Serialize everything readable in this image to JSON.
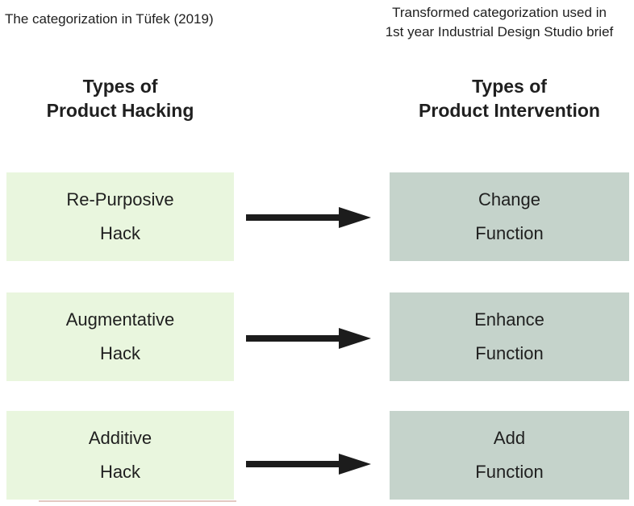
{
  "captions": {
    "left": "The categorization in Tüfek (2019)",
    "right_line1": "Transformed categorization used in",
    "right_line2": "1st year Industrial Design Studio brief"
  },
  "columns": {
    "left_title_line1": "Types of",
    "left_title_line2": "Product Hacking",
    "right_title_line1": "Types of",
    "right_title_line2": "Product Intervention"
  },
  "rows": [
    {
      "hack": {
        "line1": "Re-Purposive",
        "line2": "Hack"
      },
      "intervention": {
        "line1": "Change",
        "line2": "Function"
      }
    },
    {
      "hack": {
        "line1": "Augmentative",
        "line2": "Hack"
      },
      "intervention": {
        "line1": "Enhance",
        "line2": "Function"
      }
    },
    {
      "hack": {
        "line1": "Additive",
        "line2": "Hack"
      },
      "intervention": {
        "line1": "Add",
        "line2": "Function"
      }
    }
  ],
  "colors": {
    "background": "#ffffff",
    "hack_box": "#e9f6de",
    "intervention_box": "#c5d3cb",
    "arrow": "#1c1c1c",
    "text": "#1f1f1f",
    "artifact_line": "#b5705f"
  }
}
